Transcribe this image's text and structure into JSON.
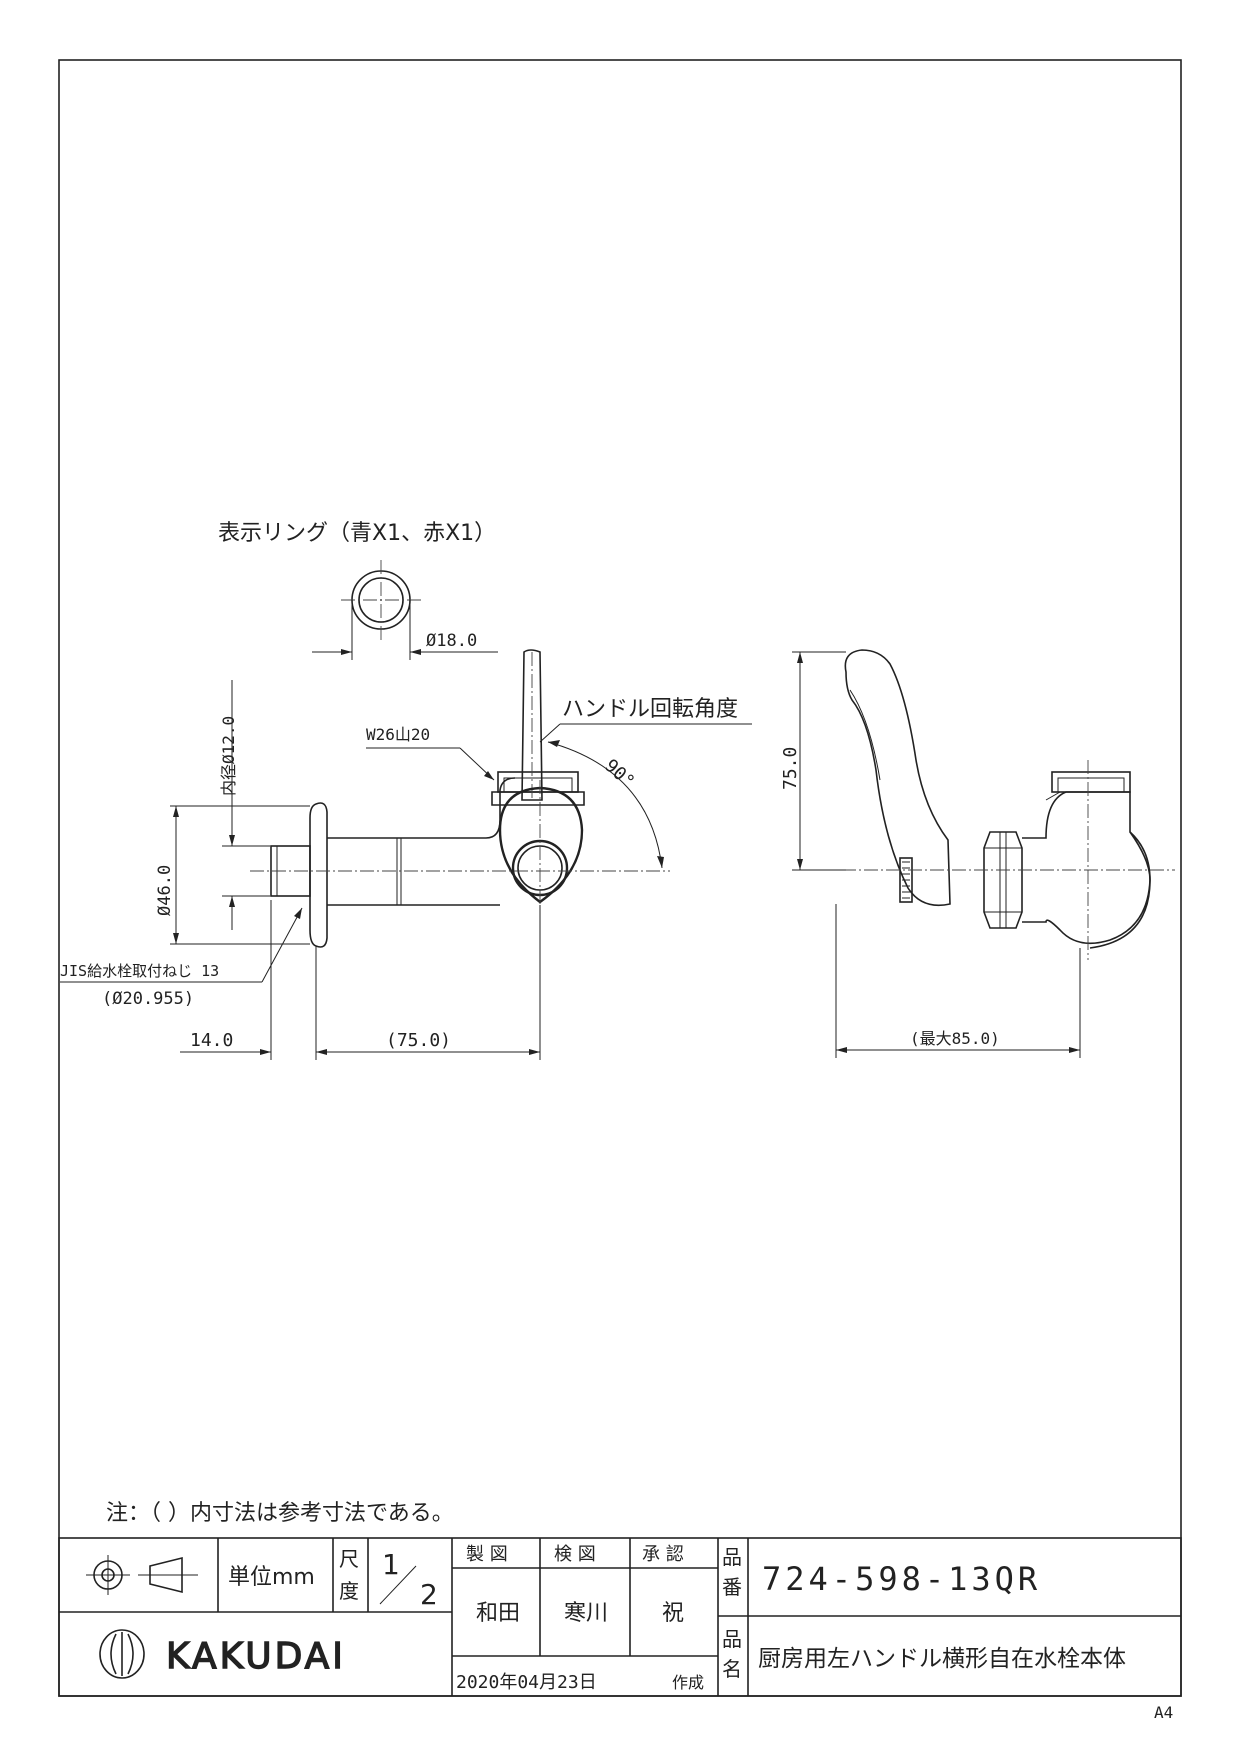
{
  "drawing": {
    "ring_label": "表示リング（青X1、赤X1）",
    "ring_dia": "Ø18.0",
    "handle_rotation_label": "ハンドル回転角度",
    "angle": "90°",
    "thread_w": "W26山20",
    "inner_dia": "内径Ø12.0",
    "outer_dia": "Ø46.0",
    "jis_thread": "JIS給水栓取付ねじ 13",
    "jis_dia": "(Ø20.955)",
    "dim_14": "14.0",
    "dim_75_front": "(75.0)",
    "dim_75_side": "75.0",
    "dim_max85": "(最大85.0)"
  },
  "note": "注：（ ）内寸法は参考寸法である。",
  "title_block": {
    "unit": "単位mm",
    "scale_label_1": "尺",
    "scale_label_2": "度",
    "scale_num": "1",
    "scale_den": "2",
    "made_label": "製 図",
    "check_label": "検 図",
    "approve_label": "承 認",
    "made_name": "和田",
    "check_name": "寒川",
    "approve_name": "祝",
    "part_no_label_1": "品",
    "part_no_label_2": "番",
    "part_no": "724-598-13QR",
    "part_name_label_1": "品",
    "part_name_label_2": "名",
    "part_name": "厨房用左ハンドル横形自在水栓本体",
    "date": "2020年04月23日",
    "created": "作成",
    "brand": "KAKUDAI"
  },
  "sheet_size": "A4"
}
